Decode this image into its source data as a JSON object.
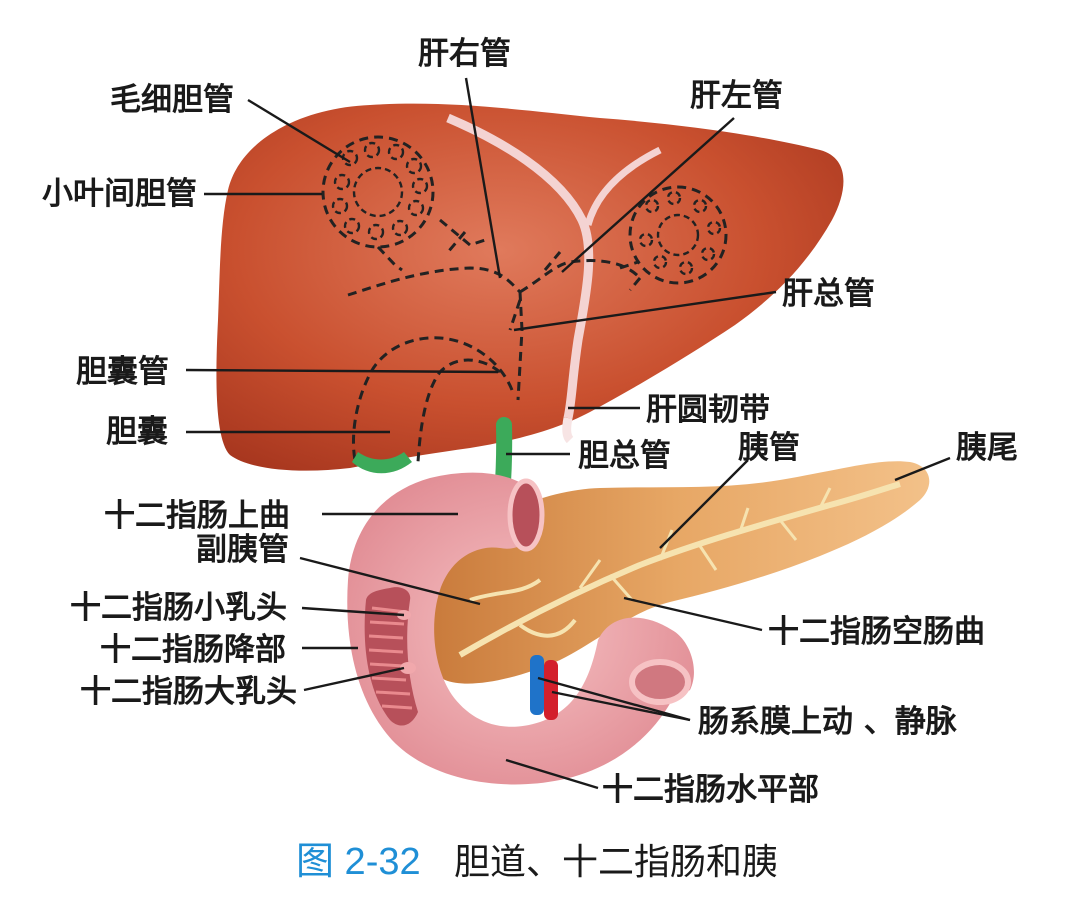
{
  "caption": {
    "number": "图 2-32",
    "title": "胆道、十二指肠和胰"
  },
  "labels": {
    "right_hepatic_duct": "肝右管",
    "bile_capillary": "毛细胆管",
    "left_hepatic_duct": "肝左管",
    "interlobular_bile_duct": "小叶间胆管",
    "common_hepatic_duct": "肝总管",
    "cystic_duct": "胆囊管",
    "ligamentum_teres": "肝圆韧带",
    "gallbladder": "胆囊",
    "common_bile_duct": "胆总管",
    "pancreatic_duct": "胰管",
    "pancreas_tail": "胰尾",
    "superior_flexure": "十二指肠上曲",
    "accessory_pancreatic_duct": "副胰管",
    "minor_papilla": "十二指肠小乳头",
    "descending_part": "十二指肠降部",
    "duodenojejunal_flexure": "十二指肠空肠曲",
    "major_papilla": "十二指肠大乳头",
    "mesenteric_vessels": "肠系膜上动 、静脉",
    "horizontal_part": "十二指肠水平部"
  },
  "colors": {
    "liver": "#c4482e",
    "liver_light": "#d9664a",
    "gallbladder": "#3caa5a",
    "duodenum": "#ea9aa0",
    "duodenum_dark": "#b7505a",
    "pancreas": "#e8a86a",
    "duct": "#f3d9a0",
    "artery": "#d3202c",
    "vein": "#1f73c9",
    "caption_number": "#1f8fd6"
  }
}
